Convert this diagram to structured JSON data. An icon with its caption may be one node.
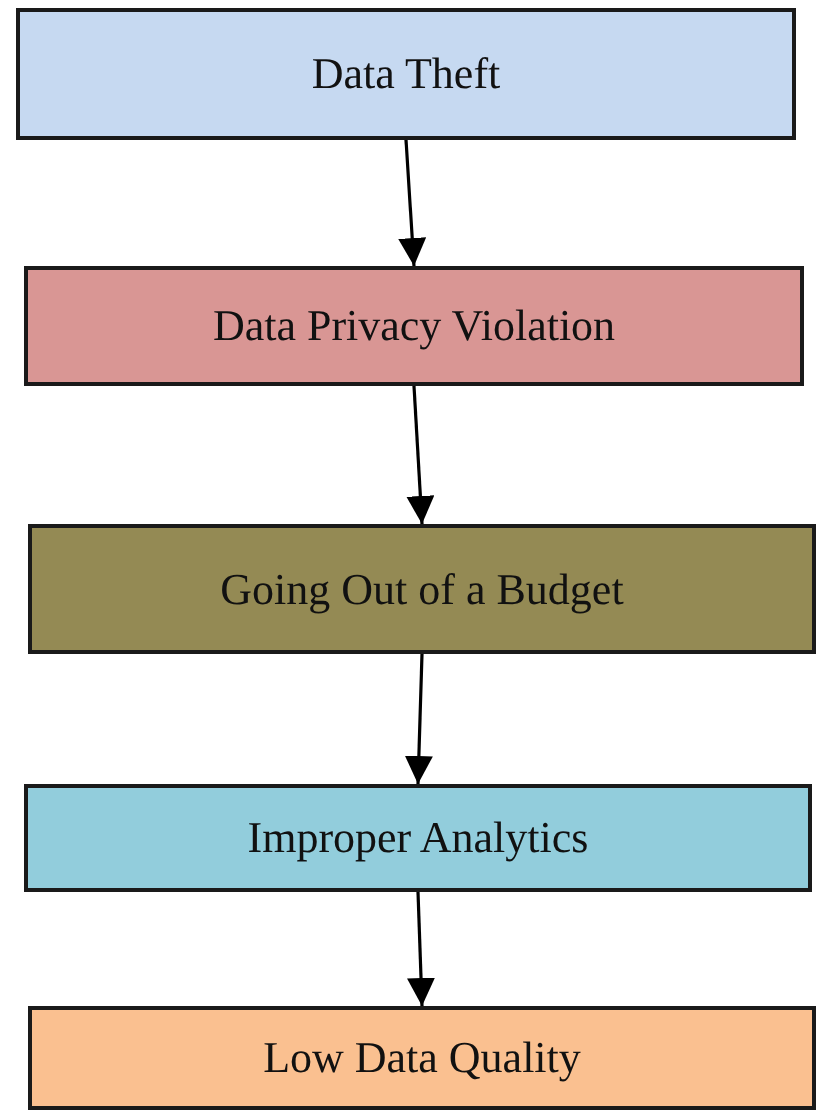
{
  "diagram": {
    "nodes": [
      {
        "text": [
          "Data Theft"
        ]
      },
      {
        "text": [
          "Data Privacy Violation"
        ]
      },
      {
        "text": [
          "Going Out of a Budget"
        ]
      },
      {
        "text": [
          "Improper Analytics"
        ]
      },
      {
        "text": [
          "Low Data Quality"
        ]
      }
    ],
    "edges": [
      {
        "from": 0,
        "to": 1,
        "arrow": "to"
      },
      {
        "from": 1,
        "to": 2,
        "arrow": "to"
      },
      {
        "from": 2,
        "to": 3,
        "arrow": "to"
      },
      {
        "from": 3,
        "to": 4,
        "arrow": "to"
      }
    ]
  }
}
